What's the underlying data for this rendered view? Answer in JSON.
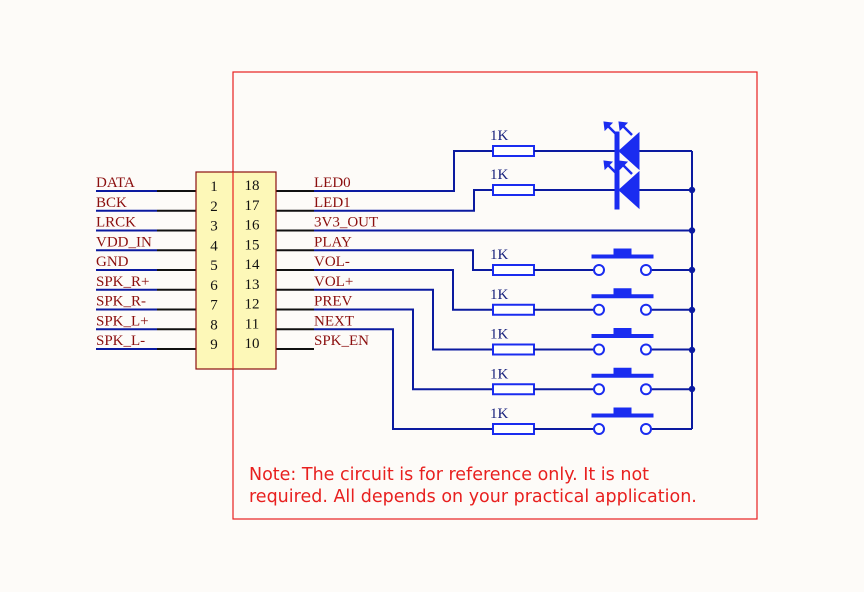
{
  "diagram": {
    "type": "circuit-schematic",
    "connector": {
      "left_pins": [
        {
          "num": "1",
          "label": "DATA"
        },
        {
          "num": "2",
          "label": "BCK"
        },
        {
          "num": "3",
          "label": "LRCK"
        },
        {
          "num": "4",
          "label": "VDD_IN"
        },
        {
          "num": "5",
          "label": "GND"
        },
        {
          "num": "6",
          "label": "SPK_R+"
        },
        {
          "num": "7",
          "label": "SPK_R-"
        },
        {
          "num": "8",
          "label": "SPK_L+"
        },
        {
          "num": "9",
          "label": "SPK_L-"
        }
      ],
      "right_pins": [
        {
          "num": "18",
          "label": "LED0"
        },
        {
          "num": "17",
          "label": "LED1"
        },
        {
          "num": "16",
          "label": "3V3_OUT"
        },
        {
          "num": "15",
          "label": "PLAY"
        },
        {
          "num": "14",
          "label": "VOL-"
        },
        {
          "num": "13",
          "label": "VOL+"
        },
        {
          "num": "12",
          "label": "PREV"
        },
        {
          "num": "11",
          "label": "NEXT"
        },
        {
          "num": "10",
          "label": "SPK_EN"
        }
      ]
    },
    "led_branches": [
      {
        "signal": "LED0",
        "resistor": "1K",
        "component": "led-icon"
      },
      {
        "signal": "LED1",
        "resistor": "1K",
        "component": "led-icon"
      }
    ],
    "button_branches": [
      {
        "signal": "PLAY",
        "resistor": "1K",
        "component": "push-button-icon"
      },
      {
        "signal": "VOL-",
        "resistor": "1K",
        "component": "push-button-icon"
      },
      {
        "signal": "VOL+",
        "resistor": "1K",
        "component": "push-button-icon"
      },
      {
        "signal": "PREV",
        "resistor": "1K",
        "component": "push-button-icon"
      },
      {
        "signal": "NEXT",
        "resistor": "1K",
        "component": "push-button-icon"
      }
    ],
    "common_rail": "3V3_OUT",
    "note": {
      "line1": "Note: The circuit is for reference only. It is not",
      "line2": "required. All depends on your practical application."
    },
    "colors": {
      "label": "#8b0f0f",
      "wire": "#0b1aa0",
      "component": "#1a2cf0",
      "frame": "#e8201f",
      "connector_fill": "#fdf8b8"
    }
  }
}
